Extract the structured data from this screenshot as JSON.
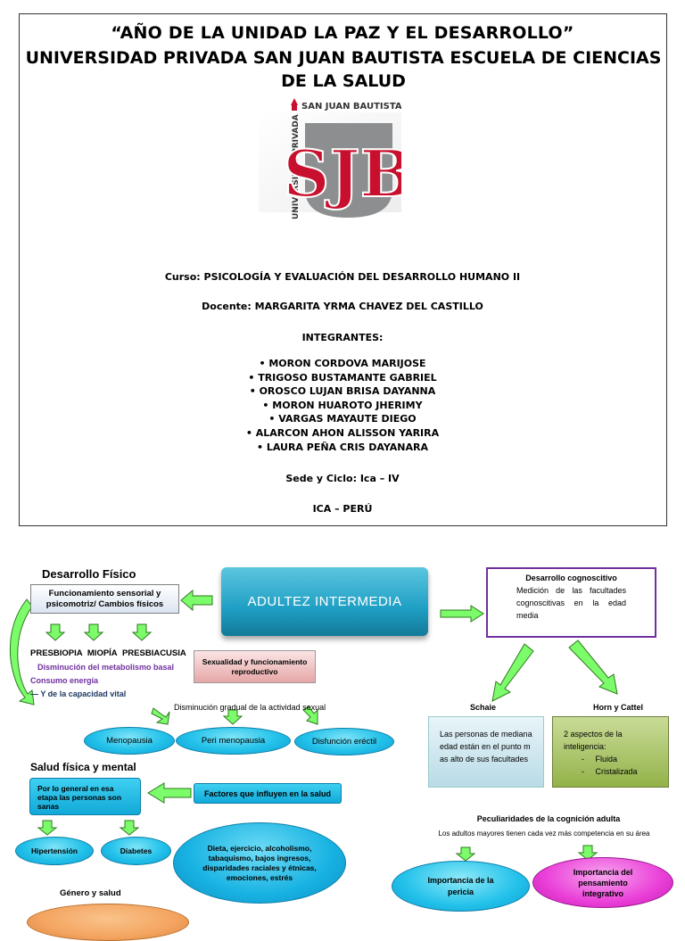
{
  "cover": {
    "motto": "“AÑO DE LA UNIDAD LA PAZ Y EL DESARROLLO”",
    "university": "UNIVERSIDAD PRIVADA SAN JUAN BAUTISTA ESCUELA DE CIENCIAS DE LA SALUD",
    "logo": {
      "top_text": "SAN JUAN BAUTISTA",
      "side_text": "UNIVERSIDAD PRIVADA",
      "monogram": "SJB",
      "colors": {
        "red": "#c8102e",
        "gray": "#8a8c8e"
      }
    },
    "course": "Curso: PSICOLOGÍA Y EVALUACIÓN DEL DESARROLLO HUMANO II",
    "teacher": "Docente: MARGARITA YRMA CHAVEZ DEL CASTILLO",
    "members_heading": "INTEGRANTES:",
    "members": [
      "MORON CORDOVA MARIJOSE",
      "TRIGOSO BUSTAMANTE GABRIEL",
      "OROSCO LUJAN BRISA DAYANNA",
      "MORON HUAROTO JHERIMY",
      "VARGAS MAYAUTE DIEGO",
      "ALARCON AHON ALISSON YARIRA",
      "LAURA PEÑA CRIS DAYANARA"
    ],
    "campus": "Sede y Ciclo: Ica – IV",
    "location": "ICA – PERÚ"
  },
  "map": {
    "center": "ADULTEZ INTERMEDIA",
    "fisico": {
      "title": "Desarrollo Físico",
      "box": "Funcionamiento sensorial y psicomotriz/ Cambios físicos",
      "items": [
        "PRESBIOPIA",
        "MIOPÍA",
        "PRESBIACUSIA"
      ],
      "metabolismo": "Disminución del metabolismo basal",
      "energia": "Consumo energía",
      "vital": "Y de la capacidad vital"
    },
    "sexualidad": {
      "box": "Sexualidad y funcionamiento reproductivo",
      "decline": "Disminución gradual de la actividad sexual",
      "ovals": [
        "Menopausia",
        "Peri menopausia",
        "Disfunción eréctil"
      ]
    },
    "salud": {
      "title": "Salud física y mental",
      "healthy": "Por lo general en esa etapa las personas son sanas",
      "factors": "Factores que influyen en la salud",
      "ovals": [
        "Hipertensión",
        "Diabetes"
      ],
      "factors_list": "Dieta, ejercicio, alcoholismo, tabaquismo, bajos ingresos, disparidades raciales y étnicas, emociones, estrés",
      "gender": "Género y salud"
    },
    "cognitivo": {
      "title": "Desarrollo cognoscitivo",
      "text": "Medición de las facultades cognoscitivas en la edad media",
      "schaie": "Schaie",
      "horn": "Horn y Cattel",
      "schaie_text": "Las personas de mediana edad están en el punto m as alto de sus facultades",
      "horn_text": "2 aspectos de la inteligencia:",
      "horn_items": [
        "Fluida",
        "Cristalizada"
      ],
      "peculiar_title": "Peculiaridades de la cognición adulta",
      "peculiar_text": "Los adultos mayores tienen cada vez más competencia en su área",
      "pericia": "Importancia de la pericia",
      "integrativo": "Importancia del pensamiento integrativo"
    },
    "colors": {
      "arrow_green": "#7cfc6a",
      "cyan": "#22c1ea",
      "center": "#1f9fc4",
      "purple": "#7030a0",
      "pink": "#ea3fd8",
      "olive": "#9bbb59",
      "peach": "#f4a460"
    }
  }
}
